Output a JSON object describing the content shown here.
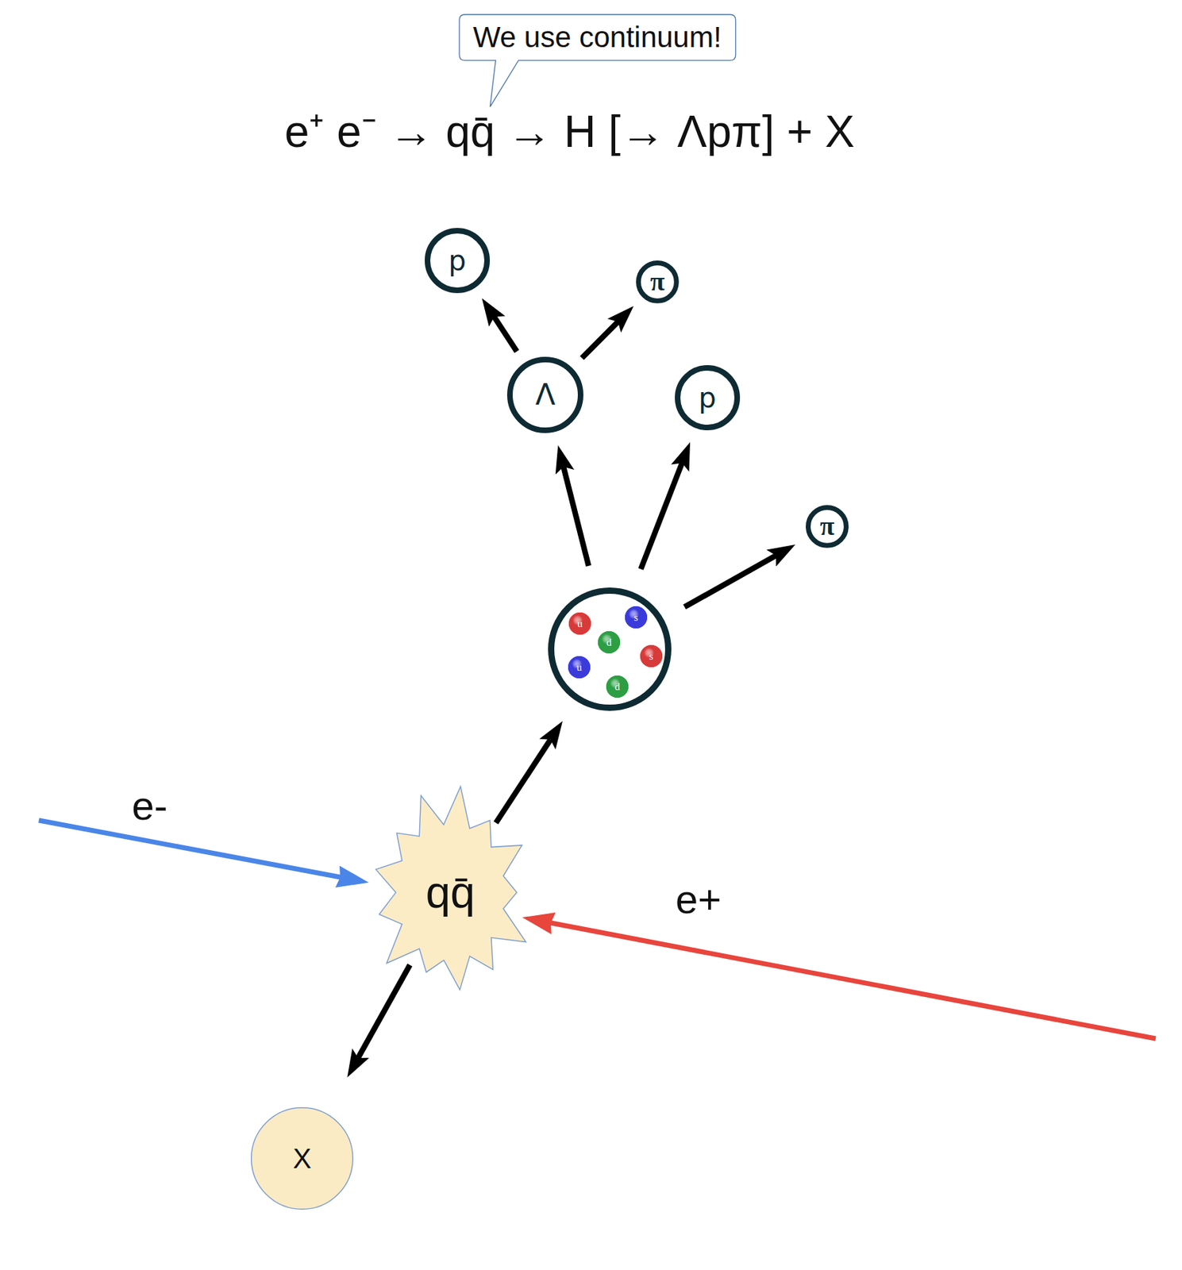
{
  "diagram": {
    "nodes": [
      {
        "text": [
          "We use continuum!"
        ]
      },
      {
        "text": [
          "p"
        ]
      },
      {
        "text": [
          "π"
        ]
      },
      {
        "text": [
          "Λ"
        ]
      },
      {
        "text": [
          "p"
        ]
      },
      {
        "text": [
          "π"
        ]
      },
      {
        "text": []
      },
      {
        "text": [
          "u"
        ],
        "in": 6
      },
      {
        "text": [
          "s"
        ],
        "in": 6
      },
      {
        "text": [
          "d"
        ],
        "in": 6
      },
      {
        "text": [
          "u"
        ],
        "in": 6
      },
      {
        "text": [
          "s"
        ],
        "in": 6
      },
      {
        "text": [
          "d"
        ],
        "in": 6
      },
      {
        "text": [
          "qq̄"
        ]
      },
      {
        "text": [
          "X"
        ]
      }
    ],
    "edges": [
      {
        "from": 3,
        "to": 1,
        "arrow": "to"
      },
      {
        "from": 3,
        "to": 2,
        "arrow": "to"
      },
      {
        "from": 6,
        "to": 3,
        "arrow": "to"
      },
      {
        "from": 6,
        "to": 4,
        "arrow": "to"
      },
      {
        "from": 6,
        "to": 5,
        "arrow": "to"
      },
      {
        "from": 13,
        "to": 6,
        "arrow": "to"
      },
      {
        "from": 13,
        "to": 14,
        "arrow": "to"
      }
    ],
    "labels": [
      "e⁺ e⁻ →  qq̄ → H [→ Λpπ] + X",
      "e-",
      "e+"
    ]
  }
}
